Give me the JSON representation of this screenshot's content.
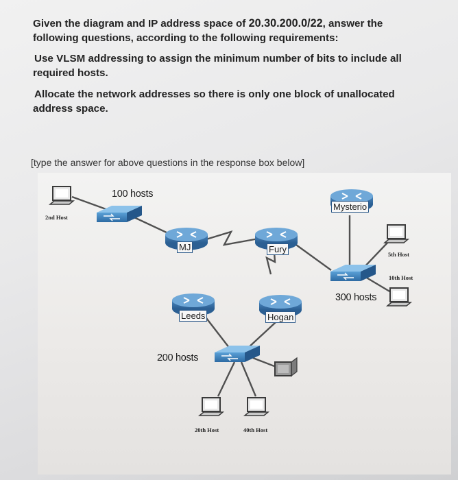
{
  "question": {
    "line1_prefix": "Given the diagram and IP address space of ",
    "address_space": "20.30.200.0/22",
    "line1_suffix": ", answer the",
    "line2": "following questions, according to the following requirements:",
    "req1_line1": "Use VLSM addressing to assign the minimum number of bits to include all",
    "req1_line2": "required hosts.",
    "req2_line1": "Allocate the network addresses so there is only one block of unallocated",
    "req2_line2": "address space."
  },
  "instruction": "[type the answer for above questions in the response box below]",
  "diagram": {
    "lan_labels": {
      "lan_100": "100 hosts",
      "lan_200": "200 hosts",
      "lan_300": "300 hosts"
    },
    "routers": {
      "mj": "MJ",
      "fury": "Fury",
      "mysterio": "Mysterio",
      "leeds": "Leeds",
      "hogan": "Hogan"
    },
    "hosts": {
      "h2": "2nd Host",
      "h5": "5th Host",
      "h10": "10th Host",
      "h20": "20th Host",
      "h40": "40th Host"
    }
  }
}
